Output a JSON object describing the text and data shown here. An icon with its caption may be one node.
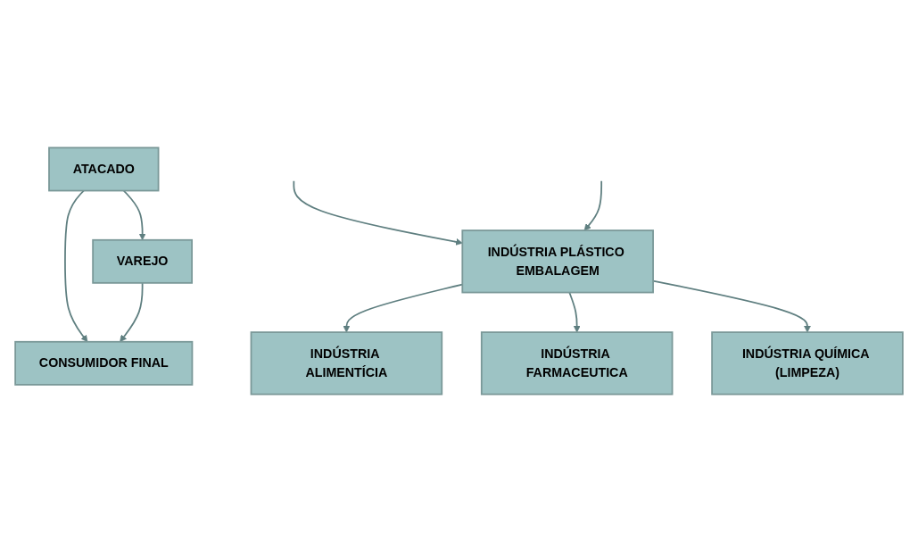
{
  "diagram": {
    "nodes": [
      {
        "text": [
          "INDÚSTRIA PLÁSTICO EMBALAGEM"
        ]
      },
      {
        "text": [
          "INDÚSTRIA ALIMENTÍCIA"
        ]
      },
      {
        "text": [
          "INDÚSTRIA FARMACEUTICA"
        ]
      },
      {
        "text": [
          "INDÚSTRIA QUÍMICA (LIMPEZA)"
        ]
      },
      {
        "text": [
          "ATACADO"
        ]
      },
      {
        "text": [
          "VAREJO"
        ]
      },
      {
        "text": [
          "CONSUMIDOR FINAL"
        ]
      }
    ],
    "edges": [
      {
        "from": null,
        "to": 0,
        "arrow": "to"
      },
      {
        "from": null,
        "to": 0,
        "arrow": "to"
      },
      {
        "from": 0,
        "to": 1,
        "arrow": "to"
      },
      {
        "from": 0,
        "to": 2,
        "arrow": "to"
      },
      {
        "from": 0,
        "to": 3,
        "arrow": "to"
      },
      {
        "from": 4,
        "to": 5,
        "arrow": "to"
      },
      {
        "from": 4,
        "to": 6,
        "arrow": "to"
      },
      {
        "from": 5,
        "to": 6,
        "arrow": "to"
      }
    ]
  }
}
